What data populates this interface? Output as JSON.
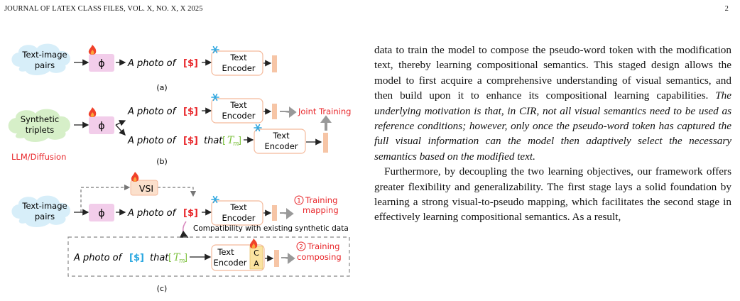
{
  "header": {
    "left": "JOURNAL OF LATEX CLASS FILES, VOL. X, NO. X, X 2025",
    "page": "2"
  },
  "figure": {
    "text_image_pairs": [
      "Text-image",
      "pairs"
    ],
    "synthetic_triplets": [
      "Synthetic",
      "triplets"
    ],
    "llm_diffusion": "LLM/Diffusion",
    "phi": "ϕ",
    "a_photo_of": "A photo of",
    "token": "[$]",
    "that": "that",
    "tm": "T",
    "tm_sub": "m",
    "text_encoder": [
      "Text",
      "Encoder"
    ],
    "joint_training": "Joint Training",
    "vsi": "VSI",
    "training_mapping": [
      "Training",
      "mapping"
    ],
    "training_composing": [
      "Training",
      "composing"
    ],
    "step1": "1",
    "step2": "2",
    "ca": [
      "C",
      "A"
    ],
    "compat": "Compatibility with existing synthetic data",
    "labels": [
      "(a)",
      "(b)",
      "(c)"
    ]
  },
  "body": {
    "p1": "data to train the model to compose the pseudo-word token with the modification text, thereby learning compositional semantics. This staged design allows the model to first acquire a comprehensive understanding of visual semantics, and then build upon it to enhance its compositional learning capabilities. ",
    "p1_italic": "The underlying motivation is that, in CIR, not all visual semantics need to be used as reference conditions; however, only once the pseudo-word token has captured the full visual information can the model then adaptively select the necessary semantics based on the modified text.",
    "p2": "Furthermore, by decoupling the two learning objectives, our framework offers greater flexibility and generalizability. The first stage lays a solid foundation by learning a strong visual-to-pseudo mapping, which facilitates the second stage in effectively learning compositional semantics. As a result,"
  },
  "colors": {
    "red": "#e8262a",
    "cloud_blue": "#d7eef9",
    "cloud_green": "#d6efc8",
    "pink": "#f2cdea",
    "tm_green": "#7fc241",
    "orange_bar": "#f6c5a6",
    "ca_yellow": "#fbe3a0",
    "snow": "#32a8e0"
  }
}
